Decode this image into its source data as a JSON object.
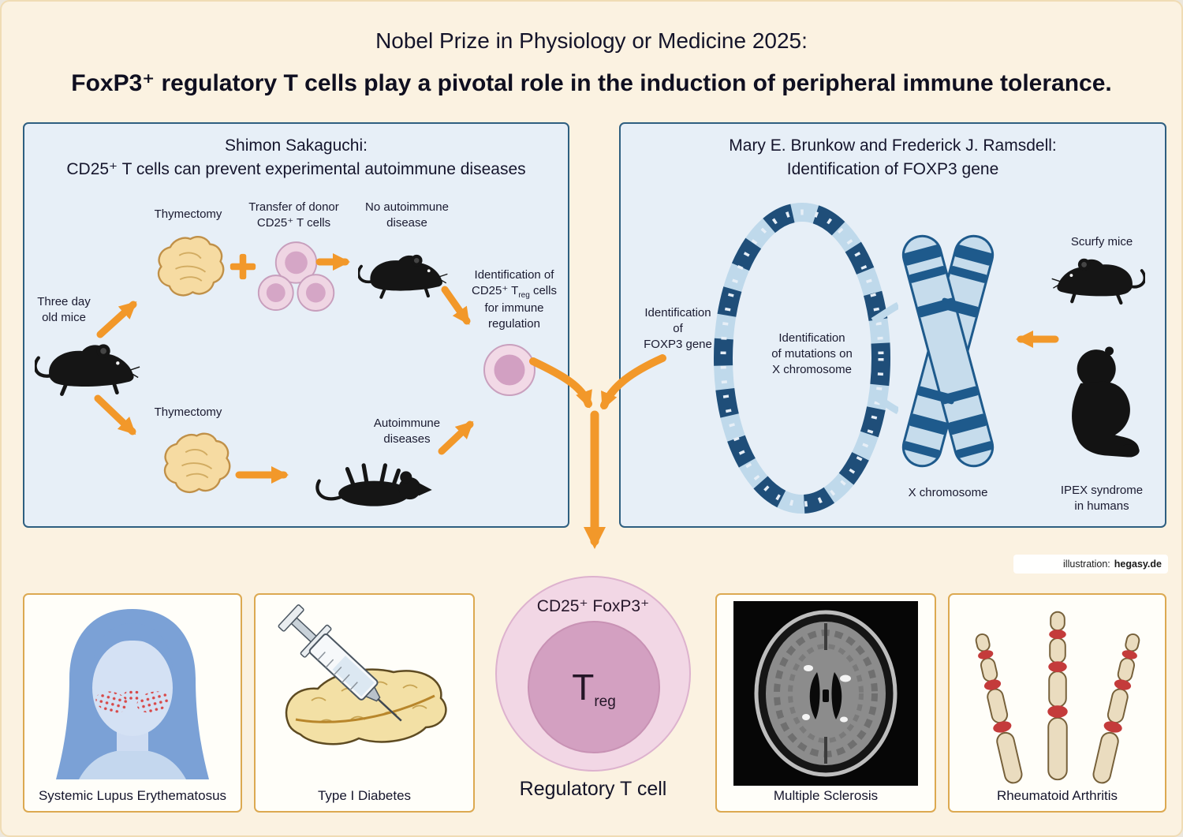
{
  "page": {
    "title_line1": "Nobel Prize in Physiology or Medicine 2025:",
    "title_line2": "FoxP3⁺ regulatory T cells play a pivotal role in the induction of peripheral immune tolerance.",
    "attribution_label": "illustration:",
    "attribution_name": "hegasy.de"
  },
  "left_panel": {
    "title": "Shimon Sakaguchi:",
    "subtitle": "CD25⁺ T cells can prevent experimental autoimmune diseases",
    "three_day_mice": "Three day\nold mice",
    "thymectomy_top": "Thymectomy",
    "transfer_donor": "Transfer of donor\nCD25⁺ T cells",
    "no_autoimmune": "No autoimmune\ndisease",
    "identification_pre": "Identification of\nCD25⁺ T",
    "identification_sub": "reg",
    "identification_post": " cells\nfor immune\nregulation",
    "thymectomy_bottom": "Thymectomy",
    "autoimmune": "Autoimmune\ndiseases"
  },
  "right_panel": {
    "title": "Mary E. Brunkow and Frederick J. Ramsdell:",
    "subtitle": "Identification of FOXP3 gene",
    "identification_foxp3": "Identification\nof\nFOXP3 gene",
    "mutations": "Identification\nof mutations on\nX chromosome",
    "scurfy_mice": "Scurfy mice",
    "x_chromosome": "X chromosome",
    "ipex": "IPEX syndrome\nin humans"
  },
  "center": {
    "cell_markers": "CD25⁺ FoxP3⁺",
    "cell_t": "T",
    "cell_t_sub": "reg",
    "caption": "Regulatory T cell"
  },
  "diseases": [
    {
      "label": "Systemic Lupus Erythematosus"
    },
    {
      "label": "Type I Diabetes"
    },
    {
      "label": "Multiple Sclerosis"
    },
    {
      "label": "Rheumatoid Arthritis"
    }
  ],
  "colors": {
    "page_bg": "#FBF2E1",
    "panel_bg": "#E7EFF7",
    "panel_border": "#2E5F80",
    "accent_orange": "#F2982A",
    "cell_pink": "#EFD5E3",
    "cell_nucleus": "#D5A6C6",
    "dna_dark": "#1F4E79",
    "dna_light": "#BFD9EB",
    "disease_box_border": "#DCA951"
  }
}
